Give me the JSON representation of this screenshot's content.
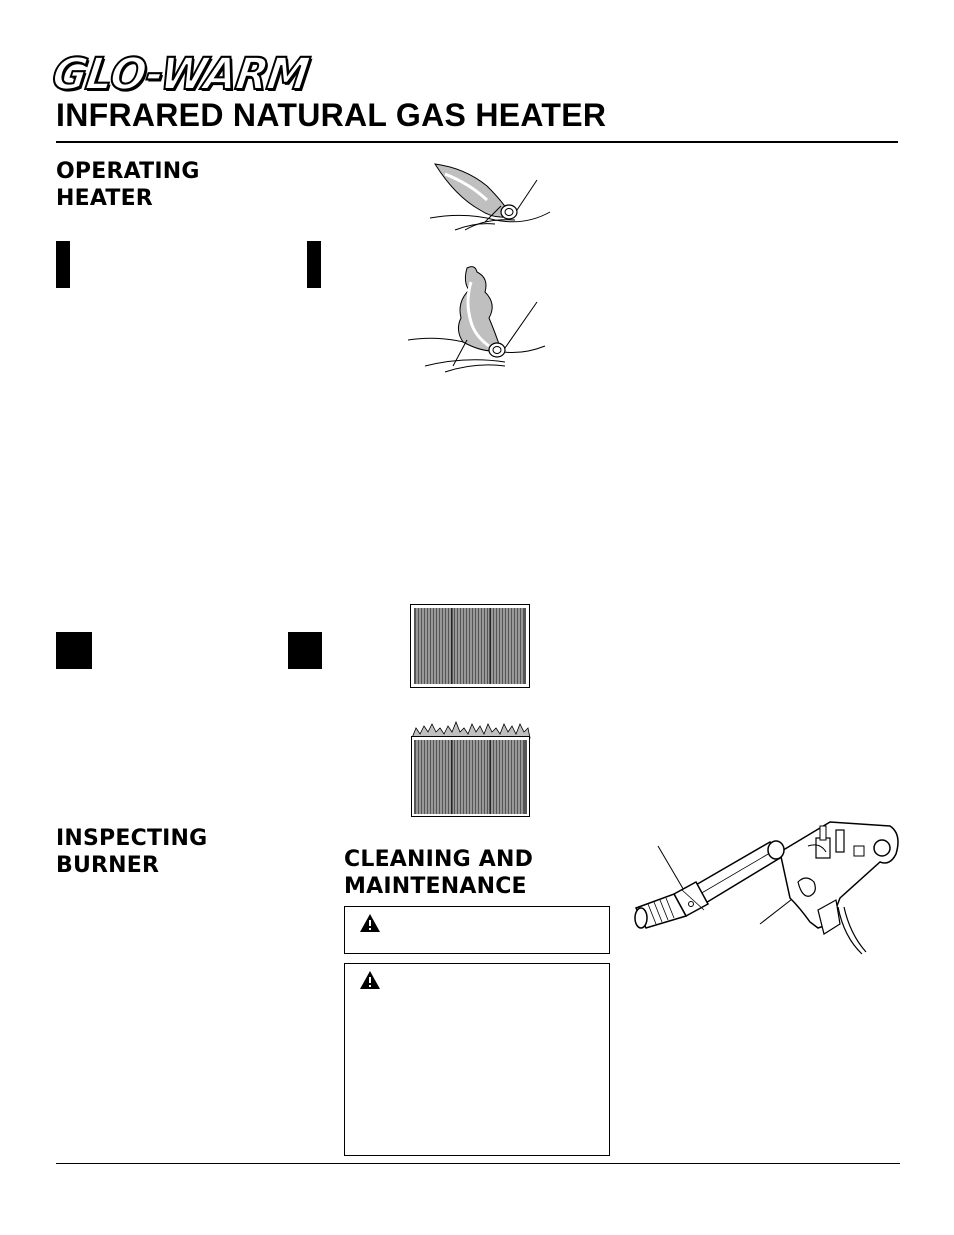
{
  "header": {
    "brand_logo": "GLO-WARM",
    "title": "INFRARED NATURAL GAS HEATER"
  },
  "sections": {
    "operating_heater": {
      "line1": "OPERATING",
      "line2": "HEATER"
    },
    "inspecting_burner": {
      "line1": "INSPECTING",
      "line2": "BURNER"
    },
    "cleaning_maintenance": {
      "line1": "CLEANING AND",
      "line2": "MAINTENANCE"
    }
  },
  "icons": {
    "warning": "warning-triangle-icon"
  },
  "colors": {
    "ink": "#000000",
    "flame_gray": "#bfbfbf",
    "paper": "#ffffff"
  }
}
